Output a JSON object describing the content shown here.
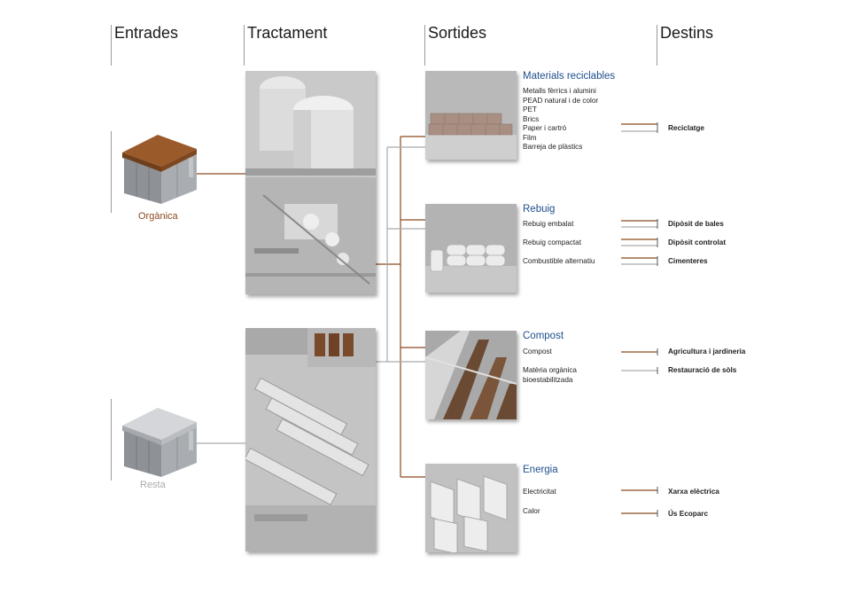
{
  "colors": {
    "organic": "#8b4a1e",
    "rest": "#aaaaaa",
    "heading_blue": "#1f4e8c",
    "line_gray": "#aaaaaa"
  },
  "headers": {
    "inputs": "Entrades",
    "treatment": "Tractament",
    "outputs": "Sortides",
    "destinations": "Destins"
  },
  "inputs": {
    "organic": {
      "label": "Orgànica",
      "icon": "brown-lid-waste-container-icon"
    },
    "rest": {
      "label": "Resta",
      "icon": "gray-lid-waste-container-icon"
    }
  },
  "outputs": {
    "recyclables": {
      "title": "Materials reciclables",
      "items": [
        "Metalls fèrrics i alumini",
        "PEAD natural i de color",
        "PET",
        "Brics",
        "Paper i cartró",
        "Film",
        "Barreja de plàstics"
      ],
      "destination": "Reciclatge"
    },
    "rejects": {
      "title": "Rebuig",
      "items": [
        "Rebuig embalat",
        "Rebuig compactat",
        "Combustible alternatiu"
      ],
      "destinations": [
        "Dipòsit de bales",
        "Dipòsit controlat",
        "Cimenteres"
      ]
    },
    "compost": {
      "title": "Compost",
      "items": [
        "Compost",
        "Matèria orgànica",
        "bioestabilitzada"
      ],
      "destinations": [
        "Agricultura i jardineria",
        "Restauració de sòls"
      ]
    },
    "energy": {
      "title": "Energia",
      "items": [
        "Electricitat",
        "Calor"
      ],
      "destinations": [
        "Xarxa elèctrica",
        "Ús Ecoparc"
      ]
    }
  }
}
